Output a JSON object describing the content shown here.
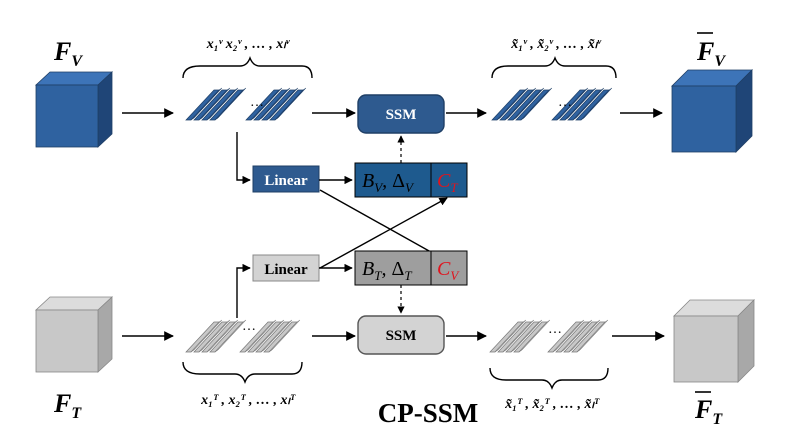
{
  "title": "CP-SSM",
  "visual": {
    "input_label_main": "F",
    "input_label_sub": "V",
    "output_label_main": "F",
    "output_label_sub": "V",
    "tokens_in_label": "x₁ᵛ x₂ᵛ , … , xₗᵛ",
    "tokens_out_label": "x̃₁ᵛ , x̃₂ᵛ , … , x̃ₗᵛ",
    "ellipsis": "…",
    "ssm_label": "SSM",
    "linear_label": "Linear",
    "params_label": "B",
    "params_sub": "V",
    "params_delta": "Δ",
    "c_label": "C",
    "c_sub": "T",
    "colors": {
      "box": "#2e5a8f",
      "dark": "#1f3f66",
      "cube_front": "#2f62a0",
      "cube_top": "#3d74b8",
      "cube_side": "#1f4577",
      "param_fill": "#1e5a8e"
    }
  },
  "text": {
    "input_label_main": "F",
    "input_label_sub": "T",
    "output_label_main": "F",
    "output_label_sub": "T",
    "tokens_in_label": "x₁ᵀ , x₂ᵀ , … , xₗᵀ",
    "tokens_out_label": "x̃₁ᵀ , x̃₂ᵀ , … , x̃ₗᵀ",
    "ellipsis": "…",
    "ssm_label": "SSM",
    "linear_label": "Linear",
    "params_label": "B",
    "params_sub": "T",
    "params_delta": "Δ",
    "c_label": "C",
    "c_sub": "V",
    "colors": {
      "box": "#d3d3d3",
      "cube_front": "#c8c8c8",
      "cube_top": "#dcdcdc",
      "cube_side": "#a8a8a8",
      "param_fill": "#9e9e9e"
    }
  },
  "accent": {
    "c_color": "#e0141e"
  }
}
